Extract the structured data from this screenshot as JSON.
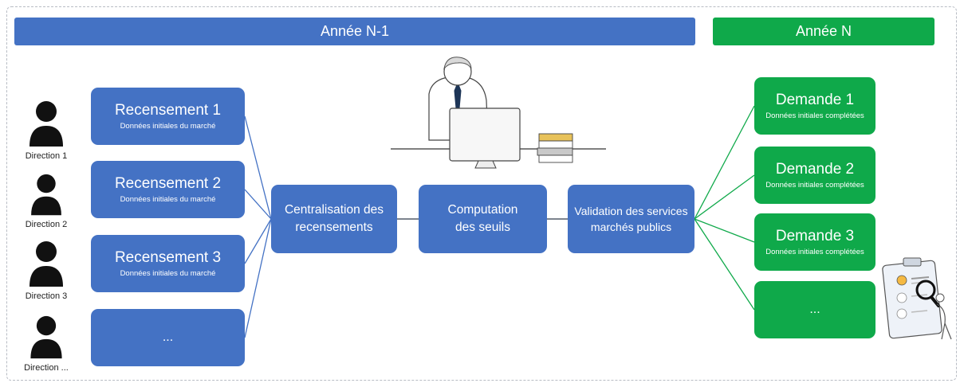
{
  "banners": {
    "previous_year": "Année N-1",
    "current_year": "Année N"
  },
  "directions": [
    "Direction 1",
    "Direction 2",
    "Direction 3",
    "Direction ..."
  ],
  "recensements": [
    {
      "title": "Recensement 1",
      "subtitle": "Données initiales du marché"
    },
    {
      "title": "Recensement 2",
      "subtitle": "Données initiales du marché"
    },
    {
      "title": "Recensement 3",
      "subtitle": "Données initiales du marché"
    },
    {
      "title": "...",
      "subtitle": ""
    }
  ],
  "process": {
    "centralisation": "Centralisation des recensements",
    "computation": "Computation des seuils",
    "validation": "Validation des services marchés publics"
  },
  "demandes": [
    {
      "title": "Demande 1",
      "subtitle": "Données initiales complétées"
    },
    {
      "title": "Demande 2",
      "subtitle": "Données initiales complétées"
    },
    {
      "title": "Demande 3",
      "subtitle": "Données initiales complétées"
    },
    {
      "title": "...",
      "subtitle": ""
    }
  ],
  "colors": {
    "blue": "#4472c4",
    "green": "#0fa94a"
  },
  "icons": [
    "person-icon",
    "office-worker-illustration",
    "clipboard-search-illustration"
  ]
}
